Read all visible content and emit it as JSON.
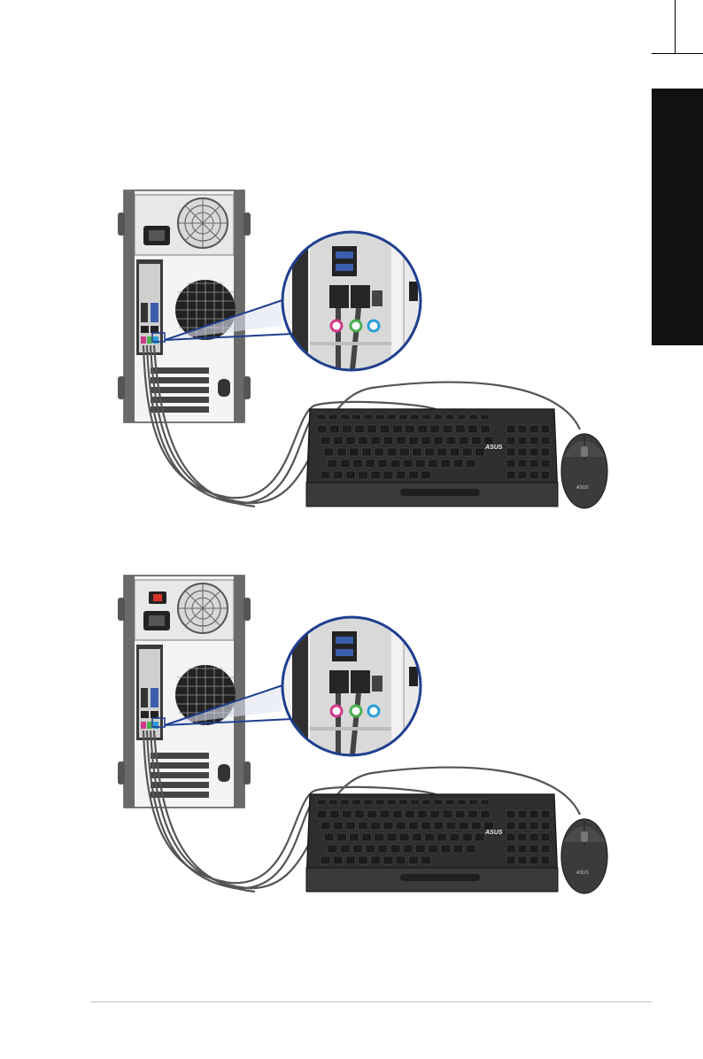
{
  "page": {
    "side_tab_label": "",
    "brand_logo_text": "ASUS"
  },
  "figures": [
    {
      "id": "figure-1",
      "variant": "without-power-switch"
    },
    {
      "id": "figure-2",
      "variant": "with-power-switch"
    }
  ],
  "colors": {
    "tab": "#111111",
    "callout_ring": "#1f3f8f",
    "line_in": "#2a9fd8",
    "line_out": "#4caf50",
    "mic_in": "#d03a8a",
    "psu_switch": "#d9342b",
    "chassis": "#5b5b5b",
    "keyboard": "#2e2e2e"
  },
  "icons": [
    "keyboard-icon",
    "mouse-icon",
    "desktop-tower-icon",
    "usb-port-icon",
    "audio-jack-icon"
  ]
}
